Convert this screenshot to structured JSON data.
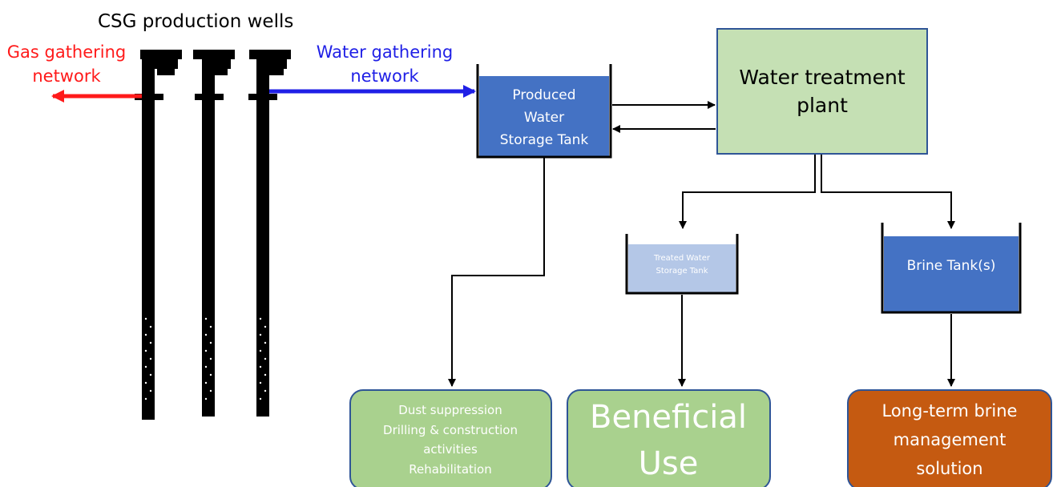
{
  "labels": {
    "wells_title": "CSG production wells",
    "gas_line1": "Gas gathering",
    "gas_line2": "network",
    "water_line1": "Water gathering",
    "water_line2": "network",
    "produced_tank_line1": "Produced",
    "produced_tank_line2": "Water",
    "produced_tank_line3": "Storage Tank",
    "treatment_line1": "Water treatment",
    "treatment_line2": "plant",
    "treated_tank_line1": "Treated Water",
    "treated_tank_line2": "Storage Tank",
    "brine_tank": "Brine Tank(s)",
    "dust_line1": "Dust suppression",
    "dust_line2": "Drilling & construction",
    "dust_line3": "activities",
    "dust_line4": "Rehabilitation",
    "beneficial_line1": "Beneficial",
    "beneficial_line2": "Use",
    "brine_mgmt_line1": "Long-term brine",
    "brine_mgmt_line2": "management",
    "brine_mgmt_line3": "solution"
  },
  "colors": {
    "gas_arrow": "#ff1a1a",
    "water_arrow": "#1f1fe6",
    "tank_blue": "#4472c4",
    "tank_light_blue": "#b4c7e7",
    "plant_green": "#c5e0b4",
    "use_box_green": "#a9d18e",
    "brine_box_orange": "#c55a11",
    "box_border": "#2f5597",
    "connector": "#000000"
  }
}
